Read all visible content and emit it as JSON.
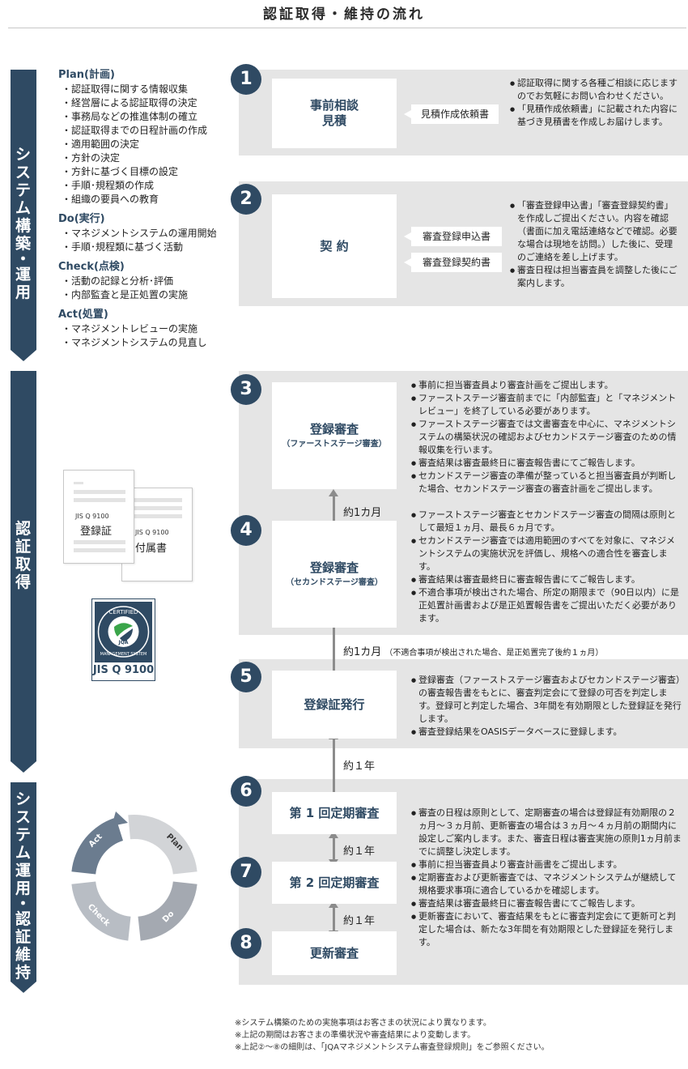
{
  "page_title": "認証取得・維持の流れ",
  "phases": [
    {
      "label": "システム構築・運用"
    },
    {
      "label": "認証取得"
    },
    {
      "label": "システム運用・認証維持"
    }
  ],
  "pdca": [
    {
      "head": "Plan(計画)",
      "items": [
        "認証取得に関する情報収集",
        "経営層による認証取得の決定",
        "事務局などの推進体制の確立",
        "認証取得までの日程計画の作成",
        "適用範囲の決定",
        "方針の決定",
        "方針に基づく目標の設定",
        "手順･規程類の作成",
        "組織の要員への教育"
      ]
    },
    {
      "head": "Do(実行)",
      "items": [
        "マネジメントシステムの運用開始",
        "手順･規程類に基づく活動"
      ]
    },
    {
      "head": "Check(点検)",
      "items": [
        "活動の記録と分析･評価",
        "内部監査と是正処置の実施"
      ]
    },
    {
      "head": "Act(処置)",
      "items": [
        "マネジメントレビューの実施",
        "マネジメントシステムの見直し"
      ]
    }
  ],
  "steps": [
    {
      "num": "1",
      "title_lines": [
        "事前相談",
        "見積"
      ],
      "docs": [
        "見積作成依頼書"
      ],
      "notes": [
        "認証取得に関する各種ご相談に応じますのでお気軽にお問い合わせください。",
        "「見積作成依頼書」に記載された内容に基づき見積書を作成しお届けします。"
      ]
    },
    {
      "num": "2",
      "title_lines": [
        "契 約"
      ],
      "docs": [
        "審査登録申込書",
        "審査登録契約書"
      ],
      "notes": [
        "「審査登録申込書」「審査登録契約書」を作成しご提出ください。内容を確認（書面に加え電話連絡などで確認。必要な場合は現地を訪問。）した後に、受理のご連絡を差し上げます。",
        "審査日程は担当審査員を調整した後にご案内します。"
      ]
    },
    {
      "num": "3",
      "title_lines": [
        "登録審査"
      ],
      "subtitle": "（ファーストステージ審査）",
      "notes": [
        "事前に担当審査員より審査計画をご提出します。",
        "ファーストステージ審査前までに「内部監査」と「マネジメントレビュー」を終了している必要があります。",
        "ファーストステージ審査では文書審査を中心に、マネジメントシステムの構築状況の確認およびセカンドステージ審査のための情報収集を行います。",
        "審査結果は審査最終日に審査報告書にてご報告します。",
        "セカンドステージ審査の準備が整っていると担当審査員が判断した場合、セカンドステージ審査の審査計画をご提出します。"
      ]
    },
    {
      "num": "4",
      "title_lines": [
        "登録審査"
      ],
      "subtitle": "（セカンドステージ審査）",
      "notes": [
        "ファーストステージ審査とセカンドステージ審査の間隔は原則として最短１ヵ月、最長６ヵ月です。",
        "セカンドステージ審査では適用範囲のすべてを対象に、マネジメントシステムの実施状況を評価し、規格への適合性を審査します。",
        "審査結果は審査最終日に審査報告書にてご報告します。",
        "不適合事項が検出された場合、所定の期限まで（90日以内）に是正処置計画書および是正処置報告書をご提出いただく必要があります。"
      ]
    },
    {
      "num": "5",
      "title_lines": [
        "登録証発行"
      ],
      "notes": [
        "登録審査（ファーストステージ審査およびセカンドステージ審査）の審査報告書をもとに、審査判定会にて登録の可否を判定します。登録可と判定した場合、3年間を有効期限とした登録証を発行します。",
        "審査登録結果をOASISデータベースに登録します。"
      ]
    },
    {
      "num": "6",
      "title_lines": [
        "第 1 回定期審査"
      ]
    },
    {
      "num": "7",
      "title_lines": [
        "第 2 回定期審査"
      ]
    },
    {
      "num": "8",
      "title_lines": [
        "更新審査"
      ]
    }
  ],
  "maintenance_notes": [
    "審査の日程は原則として、定期審査の場合は登録証有効期限の２ヵ月～３ヵ月前、更新審査の場合は３ヵ月～４ヵ月前の期間内に設定しご案内します。また、審査日程は審査実施の原則1ヵ月前までに調整し決定します。",
    "事前に担当審査員より審査計画書をご提出します。",
    "定期審査および更新審査では、マネジメントシステムが継続して規格要求事項に適合しているかを確認します。",
    "審査結果は審査最終日に審査報告書にてご報告します。",
    "更新審査において、審査結果をもとに審査判定会にて更新可と判定した場合は、新たな3年間を有効期限とした登録証を発行します。"
  ],
  "intervals": {
    "i34": "約1カ月",
    "i45": "約1カ月",
    "i45_note": "（不適合事項が検出された場合、是正処置完了後約１ヵ月）",
    "i56": "約１年",
    "i67": "約１年",
    "i78": "約１年"
  },
  "certificates": {
    "cert_small": "JIS Q 9100",
    "cert_big": "登録証",
    "annex_small": "JIS Q 9100",
    "annex_big": "付属書"
  },
  "jqa_mark": {
    "label": "JIS Q 9100",
    "top_text": "CERTIFIED",
    "ring_text": "MANAGEMENT SYSTEM",
    "center_text": "JQA"
  },
  "cycle": {
    "act": "Act",
    "plan": "Plan",
    "do": "Do",
    "check": "Check"
  },
  "footnotes": [
    "※システム構築のための実施事項はお客さまの状況により異なります。",
    "※上記の期間はお客さまの準備状況や審査結果により変動します。",
    "※上記②～⑧の細則は、「JQAマネジメントシステム審査登録規則」をご参照ください。"
  ],
  "colors": {
    "navy": "#2f4a63",
    "panel": "#e5e5e5",
    "connector": "#8c8c8c"
  }
}
